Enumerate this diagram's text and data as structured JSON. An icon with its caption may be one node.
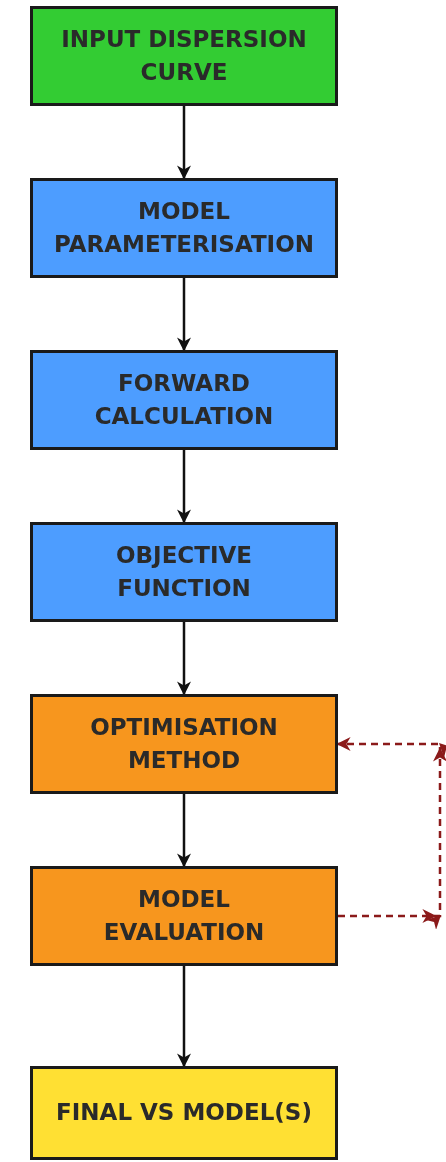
{
  "diagram": {
    "nodes": [
      {
        "text": [
          "INPUT DISPERSION CURVE"
        ]
      },
      {
        "text": [
          "MODEL PARAMETERISATION"
        ]
      },
      {
        "text": [
          "FORWARD CALCULATION"
        ]
      },
      {
        "text": [
          "OBJECTIVE FUNCTION"
        ]
      },
      {
        "text": [
          "OPTIMISATION METHOD"
        ]
      },
      {
        "text": [
          "MODEL EVALUATION"
        ]
      },
      {
        "text": [
          "FINAL VS MODEL(S)"
        ]
      }
    ],
    "edges": [
      {
        "from": 0,
        "to": 1,
        "arrow": "to"
      },
      {
        "from": 1,
        "to": 2,
        "arrow": "to"
      },
      {
        "from": 2,
        "to": 3,
        "arrow": "to"
      },
      {
        "from": 3,
        "to": 4,
        "arrow": "to"
      },
      {
        "from": 4,
        "to": 5,
        "arrow": "to"
      },
      {
        "from": 5,
        "to": 6,
        "arrow": "to"
      },
      {
        "from": 5,
        "to": 4,
        "arrow": "to",
        "style": "dashed",
        "color": "#8b1a1a"
      }
    ]
  }
}
